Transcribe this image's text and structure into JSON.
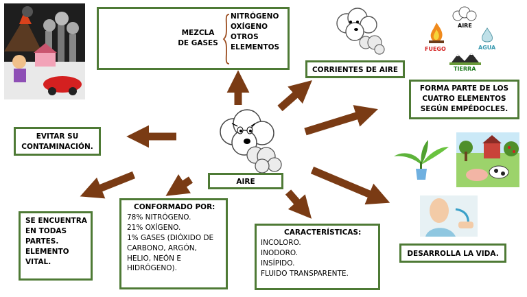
{
  "center": {
    "label": "AIRE"
  },
  "mezcla": {
    "label_lines": [
      "MEZCLA",
      "DE GASES"
    ],
    "items": [
      "NITRÓGENO",
      "OXÍGENO",
      "OTROS",
      "ELEMENTOS"
    ]
  },
  "corrientes": {
    "label": "CORRIENTES DE AIRE"
  },
  "elementos": {
    "lines": [
      "FORMA PARTE DE LOS",
      "CUATRO ELEMENTOS",
      "SEGÚN EMPÉDOCLES."
    ],
    "icon_labels": {
      "aire": "AIRE",
      "fuego": "FUEGO",
      "agua": "AGUA",
      "tierra": "TIERRA"
    }
  },
  "evitar": {
    "lines": [
      "EVITAR SU",
      "CONTAMINACIÓN."
    ]
  },
  "encuentra": {
    "lines": [
      "SE ENCUENTRA",
      "EN TODAS",
      "PARTES.",
      "ELEMENTO",
      "VITAL."
    ]
  },
  "conformado": {
    "lines": [
      "CONFORMADO POR:",
      "78% NITRÓGENO.",
      "21% OXÍGENO.",
      "1% GASES (DIÓXIDO DE",
      "CARBONO, ARGÓN,",
      "HELIO, NEÓN E",
      "HIDRÓGENO)."
    ]
  },
  "caracteristicas": {
    "lines": [
      "CARACTERÍSTICAS:",
      "INCOLORO.",
      "INODORO.",
      "INSÍPIDO.",
      "FLUIDO TRANSPARENTE."
    ]
  },
  "vida": {
    "label": "DESARROLLA LA VIDA."
  },
  "colors": {
    "border": "#4e7a35",
    "arrow": "#7a3b14"
  }
}
